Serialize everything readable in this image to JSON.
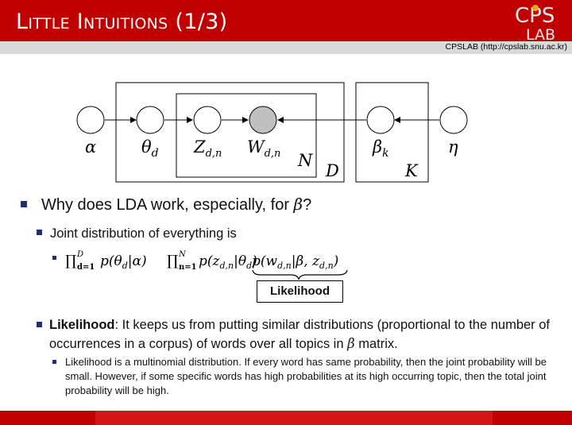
{
  "slide": {
    "title": "Little Intuitions (1/3)",
    "lab_url": "CPSLAB (http://cpslab.snu.ac.kr)",
    "logo_top": "CPS",
    "logo_bottom": "LAB"
  },
  "diagram": {
    "nodes": [
      {
        "id": "alpha",
        "label": "α",
        "observed": false
      },
      {
        "id": "theta",
        "label": "θ",
        "sub": "d",
        "observed": false
      },
      {
        "id": "z",
        "label": "Z",
        "sub": "d,n",
        "observed": false
      },
      {
        "id": "w",
        "label": "W",
        "sub": "d,n",
        "observed": true
      },
      {
        "id": "beta",
        "label": "β",
        "sub": "k",
        "observed": false
      },
      {
        "id": "eta",
        "label": "η",
        "observed": false
      }
    ],
    "plates": [
      "N",
      "D",
      "K"
    ]
  },
  "bullets": {
    "b1_text": "Why does LDA work, especially, for ",
    "b1_symbol": "β",
    "b1_end": "?",
    "b2": "Joint distribution of everything is",
    "likelihood_label": "Likelihood",
    "b4_bold": "Likelihood",
    "b4_a": ": It keeps us from putting similar distributions (proportional to the number of occurrences in a corpus) of words over all topics in ",
    "b4_symbol": "β",
    "b4_b": " matrix.",
    "b5": "Likelihood is a multinomial distribution. If every word has same probability, then the joint probability will be small. However, if some specific words has high probabilities at its high occurring topic, then the total joint probability will be high."
  },
  "formula": {
    "prod1": "∏",
    "sub1": "d=1",
    "sup1": "D",
    "term1": "p(θ",
    "term1_sub": "d",
    "term1_end": "|α)",
    "prod2": "∏",
    "sub2": "n=1",
    "sup2": "N",
    "term2": "p(z",
    "term2_sub": "d,n",
    "term2_mid": "|θ",
    "term2_sub2": "d",
    "term2_end": ")",
    "term3": "p(w",
    "term3_sub": "d,n",
    "term3_mid": "|β,  z",
    "term3_sub2": "d,n",
    "term3_end": ")"
  },
  "colors": {
    "title_bar": "#c00000",
    "sub_bar": "#d9d9d9",
    "bullet": "#1f2f6f",
    "observed_node": "#c0c0c0"
  }
}
